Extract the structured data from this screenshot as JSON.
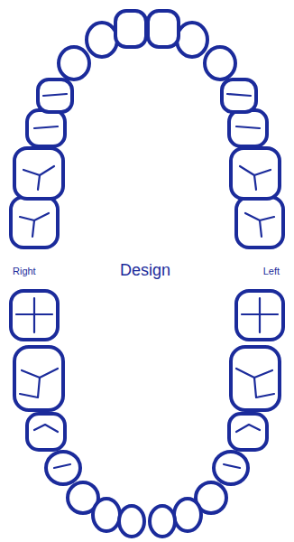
{
  "diagram": {
    "labels": [
      "Right",
      "Design",
      "Left"
    ]
  }
}
